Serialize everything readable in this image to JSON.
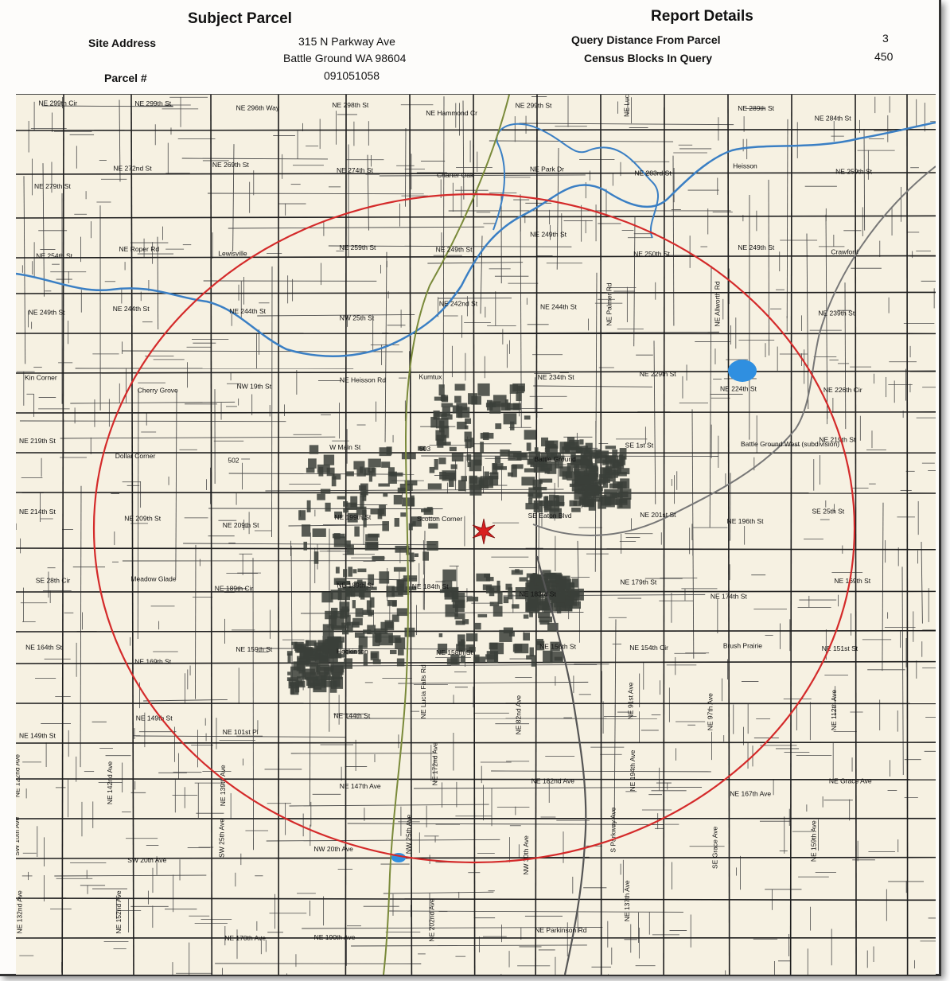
{
  "header": {
    "subject_title": "Subject Parcel",
    "report_title": "Report Details",
    "site_address_label": "Site Address",
    "address_line_1": "315 N Parkway Ave",
    "address_line_2": "Battle Ground WA 98604",
    "parcel_label": "Parcel #",
    "parcel_value": "091051058",
    "query_distance_label": "Query Distance From Parcel",
    "query_distance_value": "3",
    "census_blocks_label": "Census Blocks In Query",
    "census_blocks_value": "450"
  },
  "map": {
    "colors": {
      "background": "#f6f1e2",
      "road": "#1d1d1d",
      "minor_road": "#4a4a4a",
      "river": "#3a7fc4",
      "lake": "#2f8fe0",
      "radius_circle": "#d42a2a",
      "subject_marker": "#d81f1f",
      "urban_fill": "#3b3f3a",
      "highway": "#7a8a3a"
    },
    "marker_icon": "red-star-marker-icon",
    "labels": [
      "NE 299th Cir",
      "NE 299th St",
      "NE 296th Way",
      "NE 298th St",
      "NE Hammond Cr",
      "NE 299th St",
      "NE Lucia Falls Rd",
      "NE 289th St",
      "NE 284th St",
      "NE 279th St",
      "NE 272nd St",
      "NE 269th St",
      "NE 274th St",
      "Charter Oak",
      "NE Park Dr",
      "NE 283rd St",
      "Heisson",
      "NE 259th St",
      "NE 254th St",
      "NE Roper Rd",
      "Lewisville",
      "NE 259th St",
      "NE 249th St",
      "NE 249th St",
      "NE 250th St",
      "NE 249th St",
      "Crawford",
      "NE 249th St",
      "NE 244th St",
      "NE 244th St",
      "NW 25th St",
      "NE 242nd St",
      "NE 244th St",
      "NE Palmer Rd",
      "NE Allworth Rd",
      "NE 239th St",
      "Kin Corner",
      "Cherry Grove",
      "NW 19th St",
      "NE Heisson Rd",
      "Kumtux",
      "NE 234th St",
      "NE 229th St",
      "NE 224th St",
      "NE 226th Cir",
      "NE 219th St",
      "Dollar Corner",
      "502",
      "W Main St",
      "503",
      "Battle Ground",
      "SE 1st St",
      "Battle Ground West (subdivision)",
      "NE 219th St",
      "NE 214th St",
      "NE 209th St",
      "NE 209th St",
      "NE 199th St",
      "Scotton Corner",
      "SE Eaton Blvd",
      "NE 201st St",
      "NE 196th St",
      "SE 25th St",
      "SE 28th Cir",
      "Meadow Glade",
      "NE 189th Cir",
      "NE 189th St",
      "NE 184th St",
      "NE 183rd St",
      "NE 179th St",
      "NE 174th St",
      "NE 169th St",
      "NE 164th St",
      "NE 169th St",
      "NE 159th St",
      "Hockinson",
      "NE 158th St",
      "NE 156th St",
      "NE 154th Cir",
      "Brush Prairie",
      "NE 151st St",
      "NE 149th St",
      "NE 149th St",
      "NE 101st Pl",
      "NE 144th St",
      "NE Lucia Falls Rd",
      "NE 82nd Ave",
      "NE 91st Ave",
      "NE 97th Ave",
      "NE 112th Ave",
      "NE 122nd Ave",
      "NE 142nd Ave",
      "NE 139th Ave",
      "NE 147th Ave",
      "NE 172nd Ave",
      "NE 182nd Ave",
      "NE 194th Ave",
      "NE 167th Ave",
      "NE Grace Ave",
      "SW 10th Ave",
      "SW 20th Ave",
      "SW 25th Ave",
      "NW 20th Ave",
      "NW 25th Ave",
      "NW 30th Ave",
      "S Parkway Ave",
      "SE Grace Ave",
      "NE 159th Ave",
      "NE 132nd Ave",
      "NE 152nd Ave",
      "NE 170th Ave",
      "NE 190th Ave",
      "NE 202nd Ave",
      "NE Parkinson Rd",
      "NE 137th Ave"
    ]
  }
}
